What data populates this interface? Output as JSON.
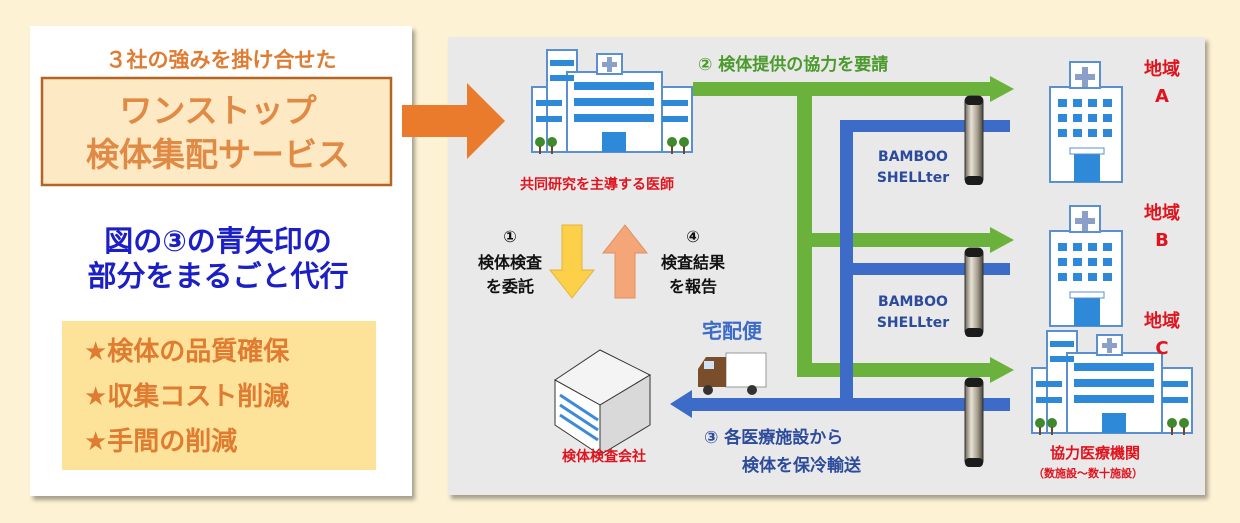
{
  "left_panel": {
    "subtitle": "３社の強みを掛け合せた",
    "service_title_line1": "ワンストップ",
    "service_title_line2": "検体集配サービス",
    "blue_line1": "図の③の青矢印の",
    "blue_line2": "部分をまるごと代行",
    "benefits": [
      "★検体の品質確保",
      "★収集コスト削減",
      "★手間の削減"
    ]
  },
  "diagram": {
    "lead_doctor": "共同研究を主導する医師",
    "step2": "② 検体提供の協力を要請",
    "step1_num": "①",
    "step1_line1": "検体検査",
    "step1_line2": "を委託",
    "step4_num": "④",
    "step4_line1": "検査結果",
    "step4_line2": "を報告",
    "courier": "宅配便",
    "lab_company": "検体検査会社",
    "step3_line1": "③ 各医療施設から",
    "step3_line2": "検体を保冷輸送",
    "container_line1": "BAMBOO",
    "container_line2": "SHELLter",
    "regions": [
      {
        "label": "地域",
        "letter": "A"
      },
      {
        "label": "地域",
        "letter": "B"
      },
      {
        "label": "地域",
        "letter": "C"
      }
    ],
    "partner_institutions": "協力医療機関",
    "partner_count": "（数施設～数十施設）"
  },
  "colors": {
    "orange": "#e07b32",
    "blue_text": "#1b1fc4",
    "green": "#6bb23c",
    "blue_arrow": "#3d6cc8",
    "red": "#e0141e"
  }
}
